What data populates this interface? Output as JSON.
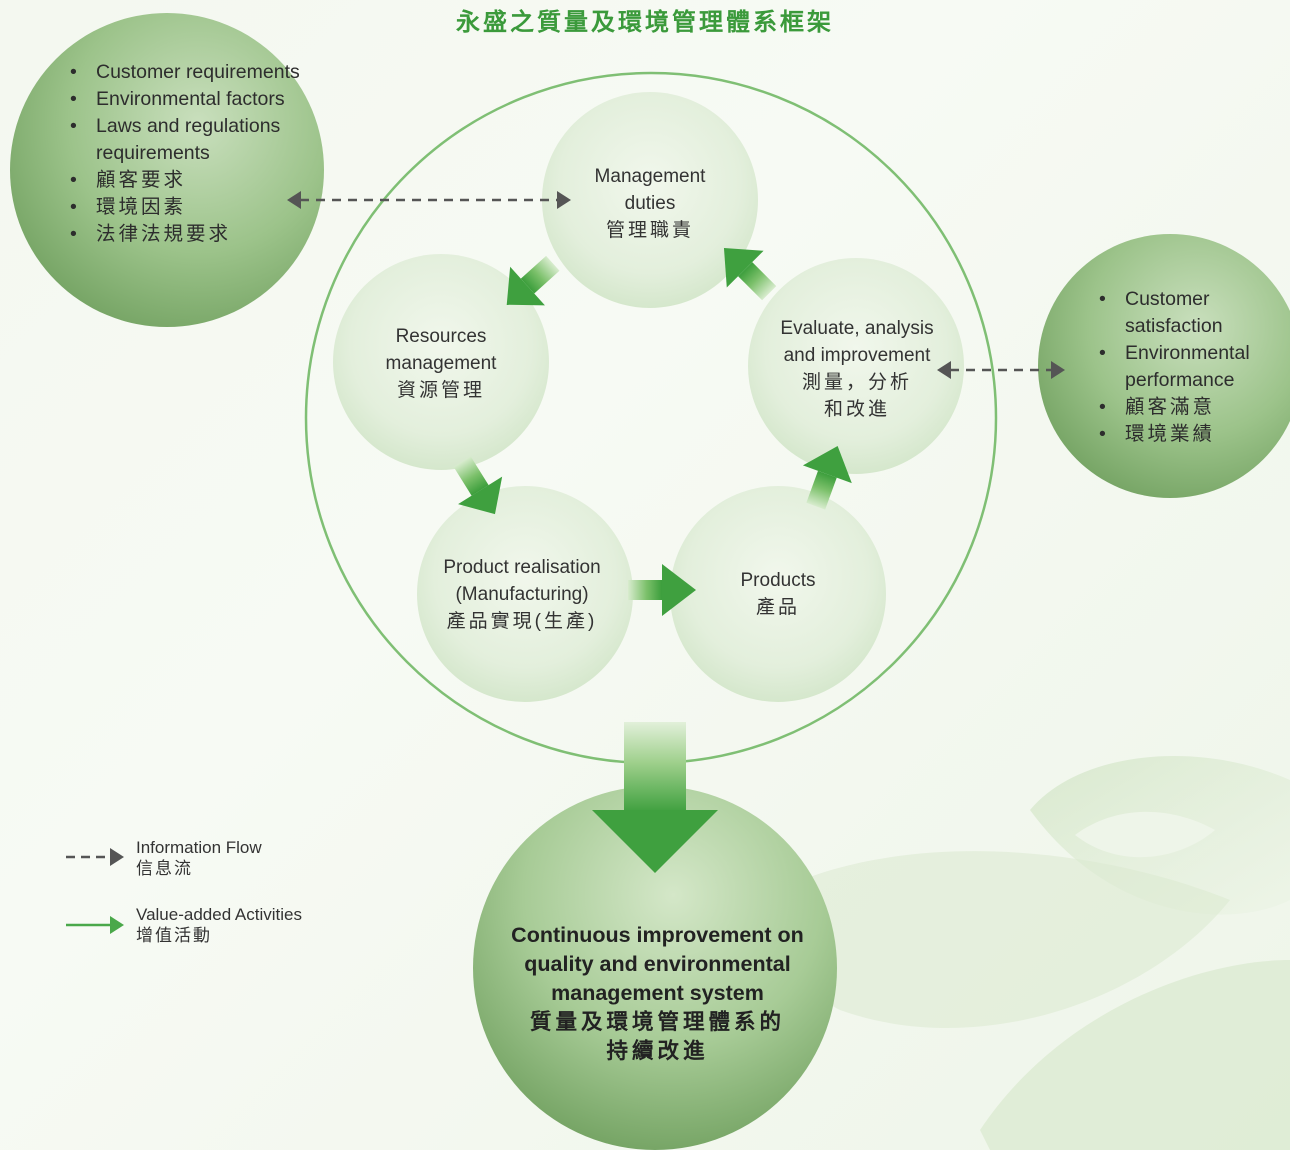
{
  "title": "永盛之質量及環境管理體系框架",
  "inputs_left": [
    "Customer requirements",
    "Environmental factors",
    "Laws and regulations requirements",
    "顧客要求",
    "環境因素",
    "法律法規要求"
  ],
  "inputs_right": [
    "Customer satisfaction",
    "Environmental performance",
    "顧客滿意",
    "環境業績"
  ],
  "nodes": {
    "management": {
      "en1": "Management",
      "en2": "duties",
      "zh": "管理職責"
    },
    "resources": {
      "en1": "Resources",
      "en2": "management",
      "zh": "資源管理"
    },
    "realisation": {
      "en1": "Product realisation",
      "en2": "(Manufacturing)",
      "zh": "產品實現(生產)"
    },
    "products": {
      "en1": "Products",
      "zh": "產品"
    },
    "evaluate": {
      "en1": "Evaluate, analysis",
      "en2": "and improvement",
      "zh1": "測量，分析",
      "zh2": "和改進"
    }
  },
  "outcome": {
    "en1": "Continuous improvement on",
    "en2": "quality and environmental",
    "en3": "management system",
    "zh1": "質量及環境管理體系的",
    "zh2": "持續改進"
  },
  "legend": {
    "info_en": "Information Flow",
    "info_zh": "信息流",
    "value_en": "Value-added Activities",
    "value_zh": "增值活動"
  },
  "colors": {
    "accent_green": "#3b9a3b",
    "arrow_green": "#4aa84a",
    "dashed_gray": "#555555"
  }
}
